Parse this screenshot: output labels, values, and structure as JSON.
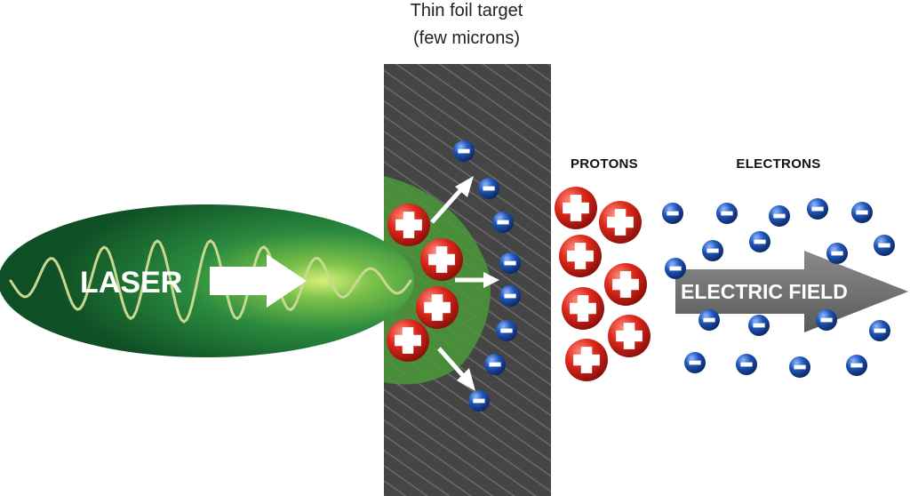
{
  "target": {
    "title_line1": "Thin foil target",
    "title_line2": "(few microns)"
  },
  "labels": {
    "laser": "LASER",
    "protons": "PROTONS",
    "electrons": "ELECTRONS",
    "electric_field": "ELECTRIC FIELD"
  },
  "colors": {
    "laser_green": "#1d7a3a",
    "laser_glow": "#b9e05a",
    "foil_gray": "#4a4a4a",
    "proton_red": "#d42a1e",
    "electron_blue": "#1e4fa8",
    "field_arrow": "#6e6e6e"
  },
  "icons": {
    "proton": "plus-sign-sphere",
    "electron": "minus-sign-sphere",
    "arrow": "block-arrow"
  }
}
